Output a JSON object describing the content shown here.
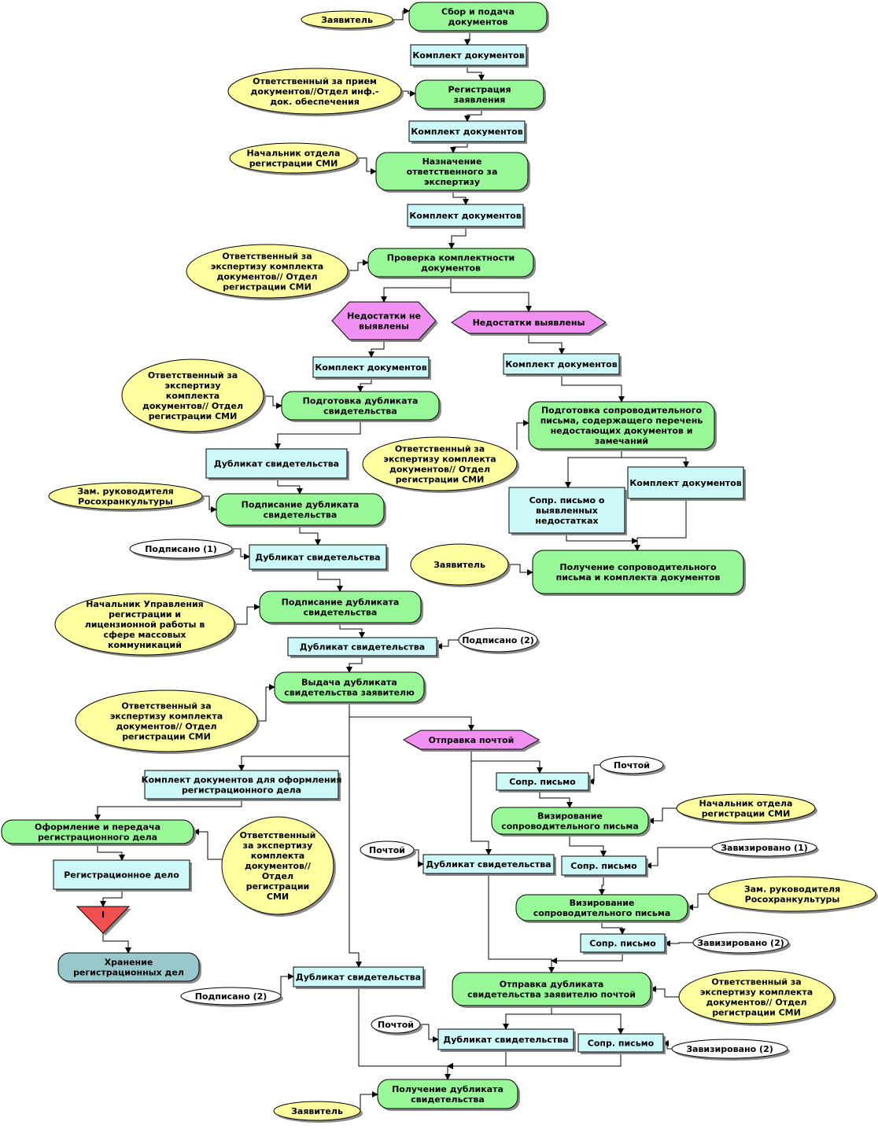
{
  "colors": {
    "process": "#98F898",
    "document": "#CCF8F8",
    "role": "#FFFFA0",
    "decision": "#F090F0",
    "note": "#FFFFFF",
    "storage": "#98C8CC",
    "terminator": "#F05050"
  },
  "nodes": [
    {
      "id": "n1",
      "type": "role",
      "text": [
        "Заявитель"
      ]
    },
    {
      "id": "n2",
      "type": "process",
      "text": [
        "Сбор и подача",
        "документов"
      ]
    },
    {
      "id": "n3",
      "type": "document",
      "text": [
        "Комплект документов"
      ]
    },
    {
      "id": "n4",
      "type": "role",
      "text": [
        "Ответственный за прием",
        "документов//Отдел инф.-",
        "док. обеспечения"
      ]
    },
    {
      "id": "n5",
      "type": "process",
      "text": [
        "Регистрация",
        "заявления"
      ]
    },
    {
      "id": "n6",
      "type": "document",
      "text": [
        "Комплект документов"
      ]
    },
    {
      "id": "n7",
      "type": "role",
      "text": [
        "Начальник отдела",
        "регистрации СМИ"
      ]
    },
    {
      "id": "n8",
      "type": "process",
      "text": [
        "Назначение",
        "ответственного за",
        "экспертизу"
      ]
    },
    {
      "id": "n9",
      "type": "document",
      "text": [
        "Комплект документов"
      ]
    },
    {
      "id": "n10",
      "type": "role",
      "text": [
        "Ответственный за",
        "экспертизу комплекта",
        "документов// Отдел",
        "регистрации СМИ"
      ]
    },
    {
      "id": "n11",
      "type": "process",
      "text": [
        "Проверка комплектности",
        "документов"
      ]
    },
    {
      "id": "n12",
      "type": "decision",
      "text": [
        "Недостатки не",
        "выявлены"
      ]
    },
    {
      "id": "n13",
      "type": "decision",
      "text": [
        "Недостатки выявлены"
      ]
    },
    {
      "id": "n14",
      "type": "document",
      "text": [
        "Комплект документов"
      ]
    },
    {
      "id": "n15",
      "type": "document",
      "text": [
        "Комплект документов"
      ]
    },
    {
      "id": "n16",
      "type": "role",
      "text": [
        "Ответственный за",
        "экспертизу",
        "комплекта",
        "документов// Отдел",
        "регистрации СМИ"
      ]
    },
    {
      "id": "n17",
      "type": "process",
      "text": [
        "Подготовка дубликата",
        "свидетельства"
      ]
    },
    {
      "id": "n18",
      "type": "process",
      "text": [
        "Подготовка сопроводительного",
        "письма, содержащего перечень",
        "недостающих документов и",
        "замечаний"
      ]
    },
    {
      "id": "n19",
      "type": "document",
      "text": [
        "Дубликат свидетельства"
      ]
    },
    {
      "id": "n20",
      "type": "role",
      "text": [
        "Ответственный за",
        "экспертизу комплекта",
        "документов// Отдел",
        "регистрации СМИ"
      ]
    },
    {
      "id": "n21",
      "type": "role",
      "text": [
        "Зам. руководителя",
        "Росохранкультуры"
      ]
    },
    {
      "id": "n22",
      "type": "process",
      "text": [
        "Подписание дубликата",
        "свидетельства"
      ]
    },
    {
      "id": "n23",
      "type": "document",
      "text": [
        "Комплект документов"
      ]
    },
    {
      "id": "n24",
      "type": "document",
      "text": [
        "Сопр. письмо о",
        "выявленных",
        "недостатках"
      ]
    },
    {
      "id": "n25",
      "type": "note",
      "text": [
        "Подписано (1)"
      ]
    },
    {
      "id": "n26",
      "type": "document",
      "text": [
        "Дубликат свидетельства"
      ]
    },
    {
      "id": "n27",
      "type": "role",
      "text": [
        "Заявитель"
      ]
    },
    {
      "id": "n28",
      "type": "process",
      "text": [
        "Получение сопроводительного",
        "письма и комплекта документов"
      ]
    },
    {
      "id": "n29",
      "type": "role",
      "text": [
        "Начальник Управления",
        "регистрации и",
        "лицензионной работы в",
        "сфере массовых",
        "коммуникаций"
      ]
    },
    {
      "id": "n30",
      "type": "process",
      "text": [
        "Подписание дубликата",
        "свидетельства"
      ]
    },
    {
      "id": "n31",
      "type": "document",
      "text": [
        "Дубликат свидетельства"
      ]
    },
    {
      "id": "n32",
      "type": "note",
      "text": [
        "Подписано (2)"
      ]
    },
    {
      "id": "n33",
      "type": "process",
      "text": [
        "Выдача дубликата",
        "свидетельства заявителю"
      ]
    },
    {
      "id": "n34",
      "type": "role",
      "text": [
        "Ответственный за",
        "экспертизу комплекта",
        "документов// Отдел",
        "регистрации СМИ"
      ]
    },
    {
      "id": "n35",
      "type": "decision",
      "text": [
        "Отправка почтой"
      ]
    },
    {
      "id": "n36",
      "type": "note",
      "text": [
        "Почтой"
      ]
    },
    {
      "id": "n37",
      "type": "document",
      "text": [
        "Комплект документов для оформления",
        "регистрационного дела"
      ]
    },
    {
      "id": "n38",
      "type": "document",
      "text": [
        "Сопр. письмо"
      ]
    },
    {
      "id": "n39",
      "type": "role",
      "text": [
        "Начальник отдела",
        "регистрации СМИ"
      ]
    },
    {
      "id": "n40",
      "type": "process",
      "text": [
        "Визирование",
        "сопроводительного письма"
      ]
    },
    {
      "id": "n41",
      "type": "process",
      "text": [
        "Оформление и передача",
        "регистрационного дела"
      ]
    },
    {
      "id": "n42",
      "type": "role",
      "text": [
        "Ответственный",
        "за экспертизу",
        "комплекта",
        "документов//",
        "Отдел",
        "регистрации",
        "СМИ"
      ]
    },
    {
      "id": "n43",
      "type": "note",
      "text": [
        "Почтой"
      ]
    },
    {
      "id": "n44",
      "type": "document",
      "text": [
        "Дубликат свидетельства"
      ]
    },
    {
      "id": "n45",
      "type": "document",
      "text": [
        "Сопр. письмо"
      ]
    },
    {
      "id": "n46",
      "type": "note",
      "text": [
        "Завизировано (1)"
      ]
    },
    {
      "id": "n47",
      "type": "document",
      "text": [
        "Регистрационное дело"
      ]
    },
    {
      "id": "n48",
      "type": "role",
      "text": [
        "Зам. руководителя",
        "Росохранкультуры"
      ]
    },
    {
      "id": "n49",
      "type": "process",
      "text": [
        "Визирование",
        "сопроводительного письма"
      ]
    },
    {
      "id": "n50",
      "type": "terminator",
      "text": [
        "I"
      ]
    },
    {
      "id": "n51",
      "type": "document",
      "text": [
        "Сопр. письмо"
      ]
    },
    {
      "id": "n52",
      "type": "note",
      "text": [
        "Завизировано (2)"
      ]
    },
    {
      "id": "n53",
      "type": "storage",
      "text": [
        "Хранение",
        "регистрационных дел"
      ]
    },
    {
      "id": "n54",
      "type": "document",
      "text": [
        "Дубликат свидетельства"
      ]
    },
    {
      "id": "n55",
      "type": "process",
      "text": [
        "Отправка дубликата",
        "свидетельства заявителю почтой"
      ]
    },
    {
      "id": "n56",
      "type": "role",
      "text": [
        "Ответственный за",
        "экспертизу комплекта",
        "документов// Отдел",
        "регистрации СМИ"
      ]
    },
    {
      "id": "n57",
      "type": "note",
      "text": [
        "Подписано (2)"
      ]
    },
    {
      "id": "n58",
      "type": "note",
      "text": [
        "Почтой"
      ]
    },
    {
      "id": "n59",
      "type": "document",
      "text": [
        "Дубликат свидетельства"
      ]
    },
    {
      "id": "n60",
      "type": "document",
      "text": [
        "Сопр. письмо"
      ]
    },
    {
      "id": "n61",
      "type": "note",
      "text": [
        "Завизировано (2)"
      ]
    },
    {
      "id": "n62",
      "type": "process",
      "text": [
        "Получение дубликата",
        "свидетельства"
      ]
    },
    {
      "id": "n63",
      "type": "role",
      "text": [
        "Заявитель"
      ]
    }
  ]
}
